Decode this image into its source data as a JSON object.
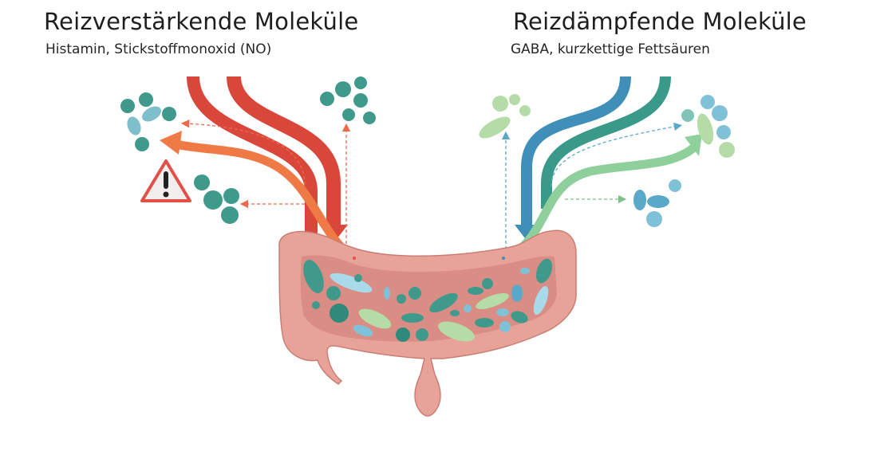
{
  "left_panel": {
    "title": "Reizverstärkende Moleküle",
    "subtitle": "Histamin, Stickstoffmonoxid (NO)",
    "arrow_colors": {
      "inflow": "#d9473a",
      "outflow": "#f07a45"
    },
    "icon": "warning-triangle-icon"
  },
  "right_panel": {
    "title": "Reizdämpfende Moleküle",
    "subtitle": "GABA, kurzkettige Fettsäuren",
    "arrow_colors": {
      "inflow_blue": "#3f8fb8",
      "inflow_teal": "#3a9a8a",
      "outflow": "#8fcf9c"
    }
  },
  "center": {
    "organ": "colon-with-microbiota",
    "colors": {
      "tissue": "#e8a398",
      "lumen": "#d98d84",
      "microbe_teal": "#3f9a8c",
      "microbe_blue": "#7fc2d8",
      "microbe_green": "#b5dca6"
    }
  }
}
